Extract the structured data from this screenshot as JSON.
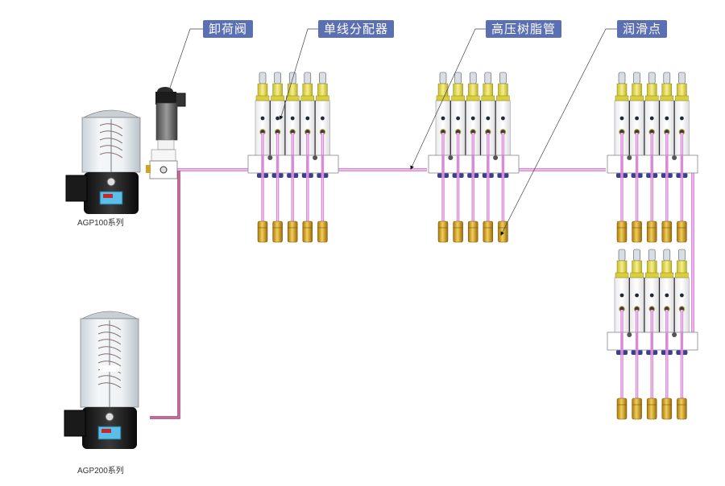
{
  "diagram": {
    "title": "Single-line lubrication system",
    "callouts": [
      {
        "id": "unload-valve",
        "label": "卸荷阀"
      },
      {
        "id": "single-line-distributor",
        "label": "单线分配器"
      },
      {
        "id": "high-pressure-resin-hose",
        "label": "高压树脂管"
      },
      {
        "id": "lubrication-point",
        "label": "润滑点"
      }
    ],
    "pumps": [
      {
        "id": "agp100",
        "label": "AGP100系列"
      },
      {
        "id": "agp200",
        "label": "AGP200系列"
      }
    ],
    "distributor_groups": [
      {
        "id": "group-1",
        "outlets": 5
      },
      {
        "id": "group-2",
        "outlets": 5
      },
      {
        "id": "group-3",
        "outlets": 5
      },
      {
        "id": "group-4",
        "outlets": 5
      }
    ],
    "colors": {
      "callout_bg": "#5b6fb3",
      "pipe": "#d98ad8",
      "pipe_dark": "#b04a9a",
      "brass": "#d4a21e",
      "yellow_cap": "#e8dc5a",
      "dark_pipe": "#a3386f"
    }
  }
}
